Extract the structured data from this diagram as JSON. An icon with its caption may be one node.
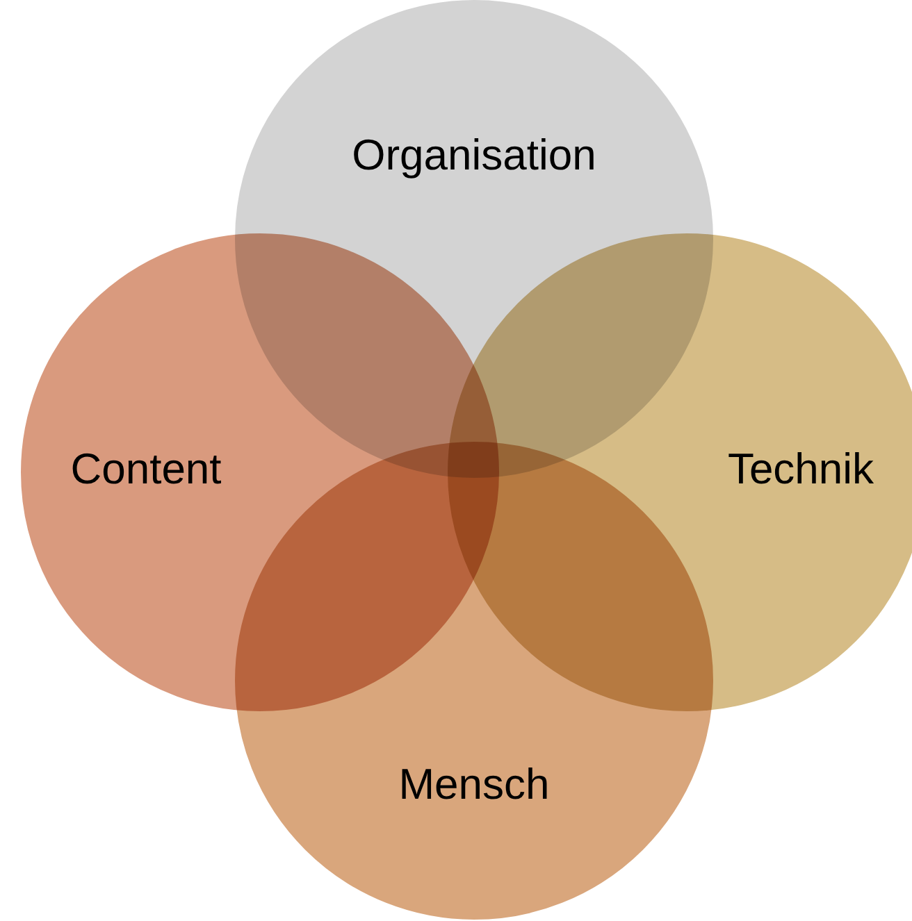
{
  "diagram": {
    "nodes": [
      {
        "text": [
          "Organisation"
        ]
      },
      {
        "text": [
          "Content"
        ]
      },
      {
        "text": [
          "Technik"
        ]
      },
      {
        "text": [
          "Mensch"
        ]
      }
    ]
  }
}
